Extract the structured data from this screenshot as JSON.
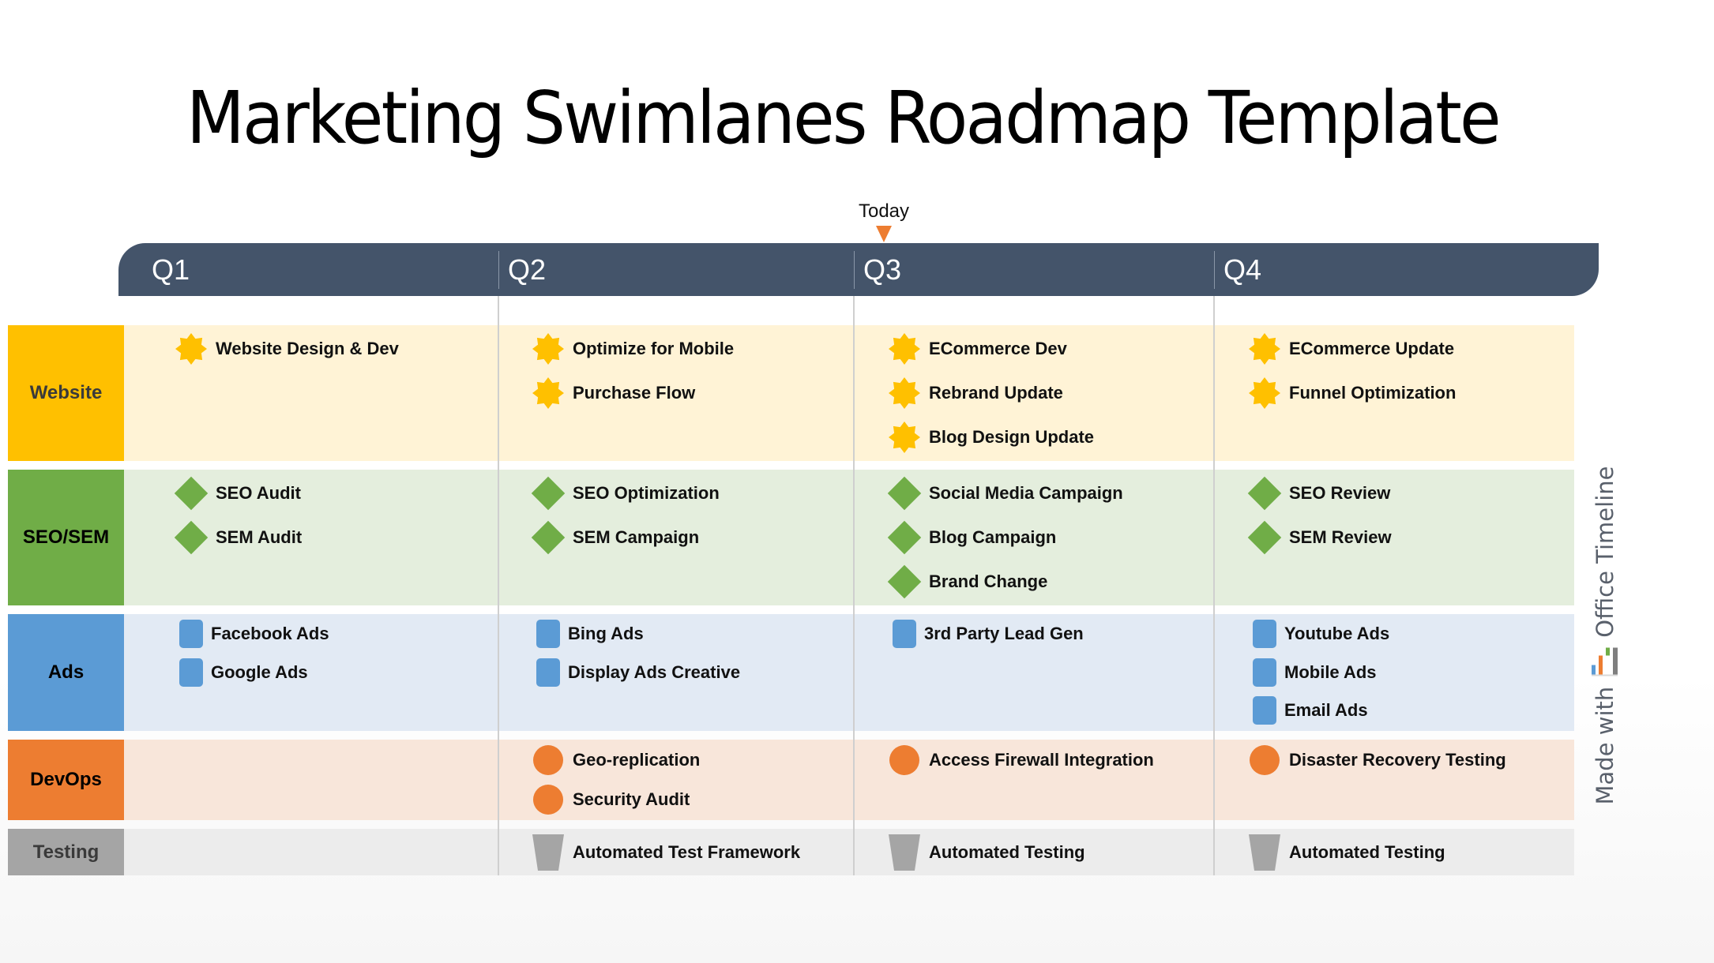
{
  "title": "Marketing Swimlanes Roadmap Template",
  "today": {
    "label": "Today",
    "color": "#ed7d31"
  },
  "header": {
    "color": "#44546a",
    "quarters": [
      {
        "label": "Q1"
      },
      {
        "label": "Q2"
      },
      {
        "label": "Q3"
      },
      {
        "label": "Q4"
      }
    ]
  },
  "swimlanes": [
    {
      "label": "Website",
      "color": "#ffc000",
      "bg": "#fff3d6",
      "label_color": "#3a3a3a",
      "icon": "star-icon",
      "items": [
        {
          "quarter": 0,
          "row": 0,
          "text": "Website Design & Dev"
        },
        {
          "quarter": 1,
          "row": 0,
          "text": "Optimize for Mobile"
        },
        {
          "quarter": 1,
          "row": 1,
          "text": "Purchase Flow"
        },
        {
          "quarter": 2,
          "row": 0,
          "text": "ECommerce Dev"
        },
        {
          "quarter": 2,
          "row": 1,
          "text": "Rebrand Update"
        },
        {
          "quarter": 2,
          "row": 2,
          "text": "Blog Design Update"
        },
        {
          "quarter": 3,
          "row": 0,
          "text": "ECommerce Update"
        },
        {
          "quarter": 3,
          "row": 1,
          "text": "Funnel Optimization"
        }
      ]
    },
    {
      "label": "SEO/SEM",
      "color": "#70ad47",
      "bg": "#e4eedd",
      "label_color": "#000000",
      "icon": "diamond-icon",
      "items": [
        {
          "quarter": 0,
          "row": 0,
          "text": "SEO Audit"
        },
        {
          "quarter": 0,
          "row": 1,
          "text": "SEM Audit"
        },
        {
          "quarter": 1,
          "row": 0,
          "text": "SEO Optimization"
        },
        {
          "quarter": 1,
          "row": 1,
          "text": "SEM Campaign"
        },
        {
          "quarter": 2,
          "row": 0,
          "text": "Social Media Campaign"
        },
        {
          "quarter": 2,
          "row": 1,
          "text": "Blog Campaign"
        },
        {
          "quarter": 2,
          "row": 2,
          "text": "Brand Change"
        },
        {
          "quarter": 3,
          "row": 0,
          "text": "SEO Review"
        },
        {
          "quarter": 3,
          "row": 1,
          "text": "SEM Review"
        }
      ]
    },
    {
      "label": "Ads",
      "color": "#5b9bd5",
      "bg": "#e2eaf4",
      "label_color": "#000000",
      "icon": "square-icon",
      "items": [
        {
          "quarter": 0,
          "row": 0,
          "text": "Facebook Ads"
        },
        {
          "quarter": 0,
          "row": 1,
          "text": "Google Ads"
        },
        {
          "quarter": 1,
          "row": 0,
          "text": "Bing Ads"
        },
        {
          "quarter": 1,
          "row": 1,
          "text": "Display Ads Creative"
        },
        {
          "quarter": 2,
          "row": 0,
          "text": "3rd Party Lead Gen"
        },
        {
          "quarter": 3,
          "row": 0,
          "text": "Youtube Ads"
        },
        {
          "quarter": 3,
          "row": 1,
          "text": "Mobile Ads"
        },
        {
          "quarter": 3,
          "row": 2,
          "text": "Email Ads"
        }
      ]
    },
    {
      "label": "DevOps",
      "color": "#ed7d31",
      "bg": "#f8e6da",
      "label_color": "#000000",
      "icon": "circle-icon",
      "items": [
        {
          "quarter": 1,
          "row": 0,
          "text": "Geo-replication"
        },
        {
          "quarter": 1,
          "row": 1,
          "text": "Security Audit"
        },
        {
          "quarter": 2,
          "row": 0,
          "text": "Access Firewall Integration"
        },
        {
          "quarter": 3,
          "row": 0,
          "text": "Disaster Recovery Testing"
        }
      ]
    },
    {
      "label": "Testing",
      "color": "#a5a5a5",
      "bg": "#ececec",
      "label_color": "#3a3a3a",
      "icon": "bucket-icon",
      "items": [
        {
          "quarter": 1,
          "row": 0,
          "text": "Automated Test Framework"
        },
        {
          "quarter": 2,
          "row": 0,
          "text": "Automated Testing"
        },
        {
          "quarter": 3,
          "row": 0,
          "text": "Automated Testing"
        }
      ]
    }
  ],
  "watermark": {
    "prefix": "Made with",
    "brand": "Office Timeline"
  }
}
